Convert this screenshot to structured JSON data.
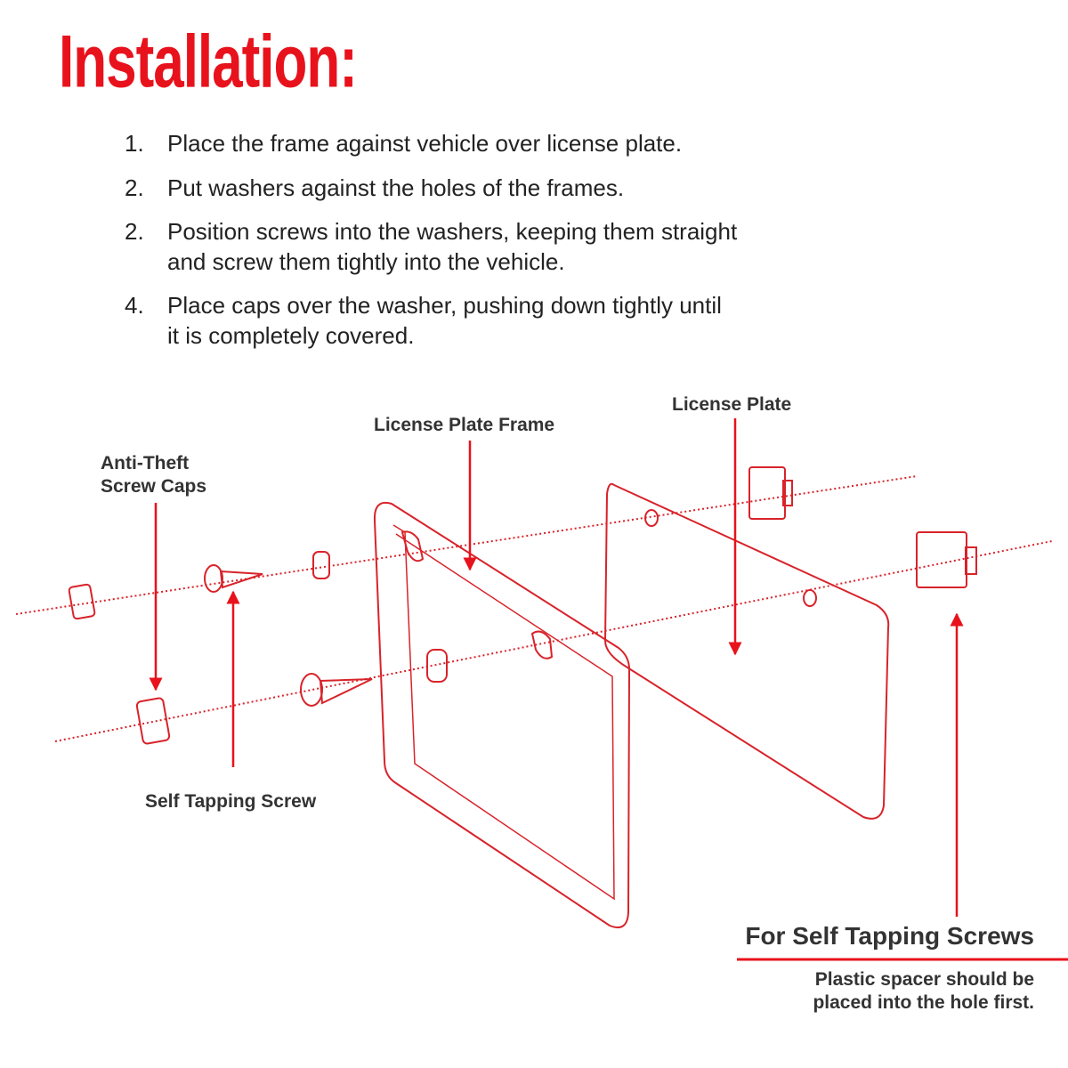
{
  "title": "Installation:",
  "steps": [
    {
      "num": "1.",
      "lines": [
        "Place the frame against vehicle over license plate."
      ]
    },
    {
      "num": "2.",
      "lines": [
        "Put washers against the holes of the frames."
      ]
    },
    {
      "num": "2.",
      "lines": [
        "Position screws into the washers, keeping them straight",
        "and screw them tightly into the vehicle."
      ]
    },
    {
      "num": "4.",
      "lines": [
        "Place caps over the washer, pushing down tightly until",
        "it is completely covered."
      ]
    }
  ],
  "labels": {
    "caps": [
      "Anti-Theft",
      "Screw Caps"
    ],
    "frame": "License Plate Frame",
    "plate": "License Plate",
    "screw": "Self Tapping Screw"
  },
  "note": {
    "title": "For Self Tapping Screws",
    "lines": [
      "Plastic spacer should be",
      "placed into the hole first."
    ]
  },
  "colors": {
    "accent": "#e8121c",
    "line": "#d8232a",
    "text": "#333333"
  }
}
